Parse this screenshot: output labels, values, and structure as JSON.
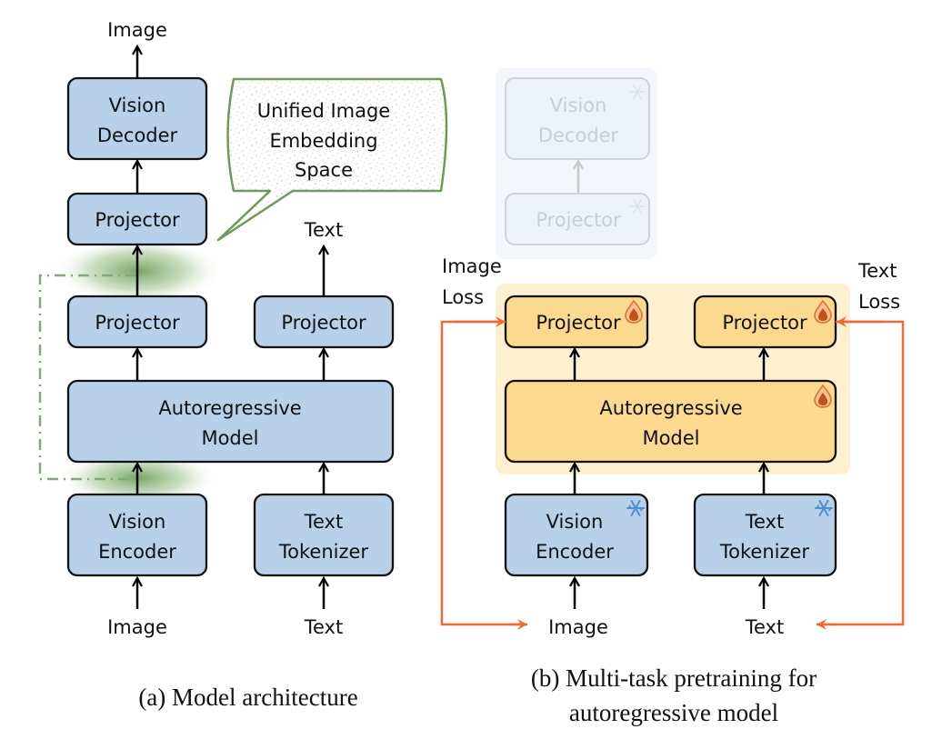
{
  "colors": {
    "blue_box": "#b8d0ea",
    "orange_box": "#fbd98e",
    "orange_panel": "#fdf0d0",
    "faded_panel": "#f3f6fa",
    "loss_arrow": "#ee6a35",
    "embedding_green": "#6f9a5b",
    "frozen_icon": "#4f8ed0",
    "trainable_icon": "#c0511b"
  },
  "panel_a": {
    "caption": "(a) Model architecture",
    "top_output": "Image",
    "text_output": "Text",
    "vision_decoder": [
      "Vision",
      "Decoder"
    ],
    "projector_top": "Projector",
    "projector_image": "Projector",
    "projector_text": "Projector",
    "autoregressive": [
      "Autoregressive",
      "Model"
    ],
    "vision_encoder": [
      "Vision",
      "Encoder"
    ],
    "text_tokenizer": [
      "Text",
      "Tokenizer"
    ],
    "image_input": "Image",
    "text_input": "Text",
    "callout": [
      "Unified Image",
      "Embedding",
      "Space"
    ]
  },
  "panel_b": {
    "caption": [
      "(b) Multi-task pretraining for",
      "autoregressive model"
    ],
    "vision_decoder": [
      "Vision",
      "Decoder"
    ],
    "projector_faded": "Projector",
    "projector_image": "Projector",
    "projector_text": "Projector",
    "autoregressive": [
      "Autoregressive",
      "Model"
    ],
    "vision_encoder": [
      "Vision",
      "Encoder"
    ],
    "text_tokenizer": [
      "Text",
      "Tokenizer"
    ],
    "image_input": "Image",
    "text_input": "Text",
    "image_loss": [
      "Image",
      "Loss"
    ],
    "text_loss": [
      "Text",
      "Loss"
    ],
    "icons": {
      "frozen": "snowflake-icon",
      "trainable": "flame-icon"
    }
  }
}
